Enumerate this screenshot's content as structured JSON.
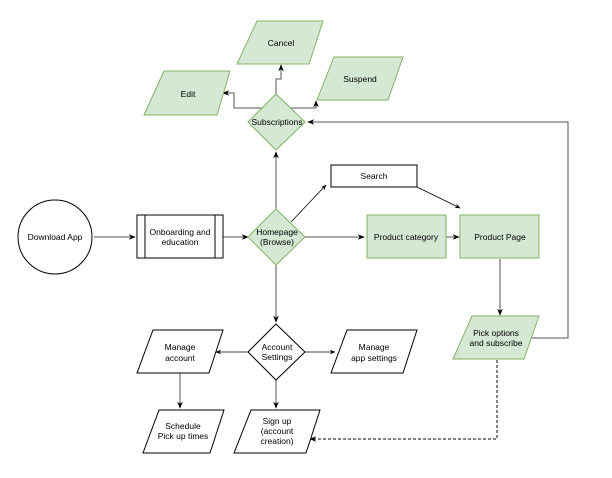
{
  "diagram": {
    "nodes": {
      "download_app": {
        "label": [
          "Download App"
        ]
      },
      "onboarding": {
        "label": [
          "Onboarding and",
          "education"
        ]
      },
      "homepage": {
        "label": [
          "Homepage",
          "(Browse)"
        ]
      },
      "subscriptions": {
        "label": [
          "Subscriptions"
        ]
      },
      "edit": {
        "label": [
          "Edit"
        ]
      },
      "cancel": {
        "label": [
          "Cancel"
        ]
      },
      "suspend": {
        "label": [
          "Suspend"
        ]
      },
      "search": {
        "label": [
          "Search"
        ]
      },
      "product_category": {
        "label": [
          "Product category"
        ]
      },
      "product_page": {
        "label": [
          "Product Page"
        ]
      },
      "pick_options": {
        "label": [
          "Pick options",
          "and subscribe"
        ]
      },
      "account_settings": {
        "label": [
          "Account",
          "Settings"
        ]
      },
      "manage_account": {
        "label": [
          "Manage",
          "account"
        ]
      },
      "manage_app_settings": {
        "label": [
          "Manage",
          "app settings"
        ]
      },
      "schedule_pickup": {
        "label": [
          "Schedule",
          "Pick up times"
        ]
      },
      "sign_up": {
        "label": [
          "Sign up",
          "(account",
          "creation)"
        ]
      }
    },
    "edges": [
      {
        "from": "download_app",
        "to": "onboarding",
        "style": "solid"
      },
      {
        "from": "onboarding",
        "to": "homepage",
        "style": "solid"
      },
      {
        "from": "homepage",
        "to": "subscriptions",
        "style": "solid"
      },
      {
        "from": "homepage",
        "to": "search",
        "style": "solid"
      },
      {
        "from": "homepage",
        "to": "product_category",
        "style": "solid"
      },
      {
        "from": "homepage",
        "to": "account_settings",
        "style": "solid"
      },
      {
        "from": "subscriptions",
        "to": "edit",
        "style": "solid"
      },
      {
        "from": "subscriptions",
        "to": "cancel",
        "style": "solid"
      },
      {
        "from": "subscriptions",
        "to": "suspend",
        "style": "solid"
      },
      {
        "from": "search",
        "to": "product_page",
        "style": "solid"
      },
      {
        "from": "product_category",
        "to": "product_page",
        "style": "solid"
      },
      {
        "from": "product_page",
        "to": "pick_options",
        "style": "solid"
      },
      {
        "from": "pick_options",
        "to": "subscriptions",
        "style": "solid"
      },
      {
        "from": "pick_options",
        "to": "sign_up",
        "style": "dashed"
      },
      {
        "from": "account_settings",
        "to": "manage_account",
        "style": "solid"
      },
      {
        "from": "account_settings",
        "to": "manage_app_settings",
        "style": "solid"
      },
      {
        "from": "account_settings",
        "to": "sign_up",
        "style": "solid"
      },
      {
        "from": "manage_account",
        "to": "schedule_pickup",
        "style": "solid"
      }
    ]
  }
}
